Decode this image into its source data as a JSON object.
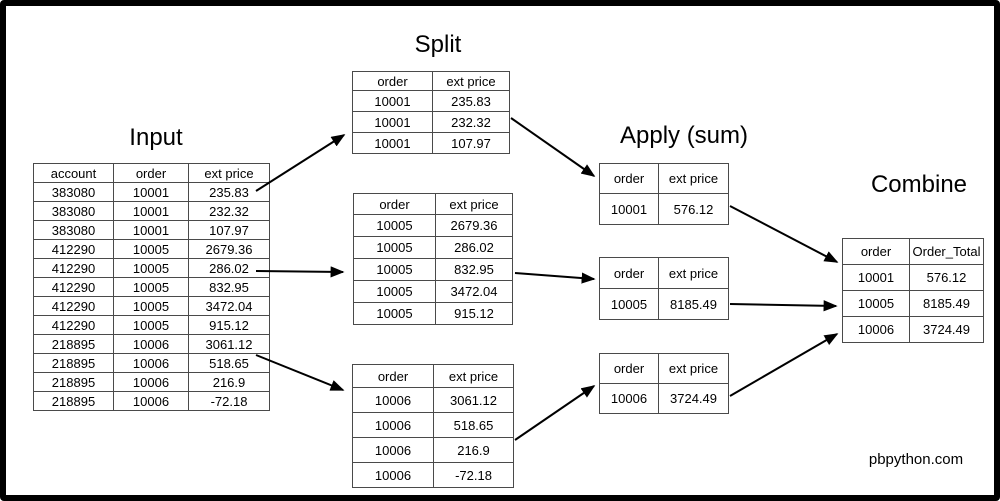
{
  "watermark": "pbpython.com",
  "sections": {
    "input": {
      "title": "Input"
    },
    "split": {
      "title": "Split"
    },
    "apply": {
      "title": "Apply (sum)"
    },
    "combine": {
      "title": "Combine"
    }
  },
  "tables": {
    "input": {
      "columns": [
        "account",
        "order",
        "ext price"
      ],
      "rows": [
        [
          "383080",
          "10001",
          "235.83"
        ],
        [
          "383080",
          "10001",
          "232.32"
        ],
        [
          "383080",
          "10001",
          "107.97"
        ],
        [
          "412290",
          "10005",
          "2679.36"
        ],
        [
          "412290",
          "10005",
          "286.02"
        ],
        [
          "412290",
          "10005",
          "832.95"
        ],
        [
          "412290",
          "10005",
          "3472.04"
        ],
        [
          "412290",
          "10005",
          "915.12"
        ],
        [
          "218895",
          "10006",
          "3061.12"
        ],
        [
          "218895",
          "10006",
          "518.65"
        ],
        [
          "218895",
          "10006",
          "216.9"
        ],
        [
          "218895",
          "10006",
          "-72.18"
        ]
      ]
    },
    "split_10001": {
      "columns": [
        "order",
        "ext price"
      ],
      "rows": [
        [
          "10001",
          "235.83"
        ],
        [
          "10001",
          "232.32"
        ],
        [
          "10001",
          "107.97"
        ]
      ]
    },
    "split_10005": {
      "columns": [
        "order",
        "ext price"
      ],
      "rows": [
        [
          "10005",
          "2679.36"
        ],
        [
          "10005",
          "286.02"
        ],
        [
          "10005",
          "832.95"
        ],
        [
          "10005",
          "3472.04"
        ],
        [
          "10005",
          "915.12"
        ]
      ]
    },
    "split_10006": {
      "columns": [
        "order",
        "ext price"
      ],
      "rows": [
        [
          "10006",
          "3061.12"
        ],
        [
          "10006",
          "518.65"
        ],
        [
          "10006",
          "216.9"
        ],
        [
          "10006",
          "-72.18"
        ]
      ]
    },
    "apply_10001": {
      "columns": [
        "order",
        "ext price"
      ],
      "rows": [
        [
          "10001",
          "576.12"
        ]
      ]
    },
    "apply_10005": {
      "columns": [
        "order",
        "ext price"
      ],
      "rows": [
        [
          "10005",
          "8185.49"
        ]
      ]
    },
    "apply_10006": {
      "columns": [
        "order",
        "ext price"
      ],
      "rows": [
        [
          "10006",
          "3724.49"
        ]
      ]
    },
    "combine": {
      "columns": [
        "order",
        "Order_Total"
      ],
      "rows": [
        [
          "10001",
          "576.12"
        ],
        [
          "10005",
          "8185.49"
        ],
        [
          "10006",
          "3724.49"
        ]
      ]
    }
  },
  "connections": [
    {
      "from": "input",
      "to": "split-order-10001"
    },
    {
      "from": "input",
      "to": "split-order-10005"
    },
    {
      "from": "input",
      "to": "split-order-10006"
    },
    {
      "from": "split-order-10001",
      "to": "apply-order-10001"
    },
    {
      "from": "split-order-10005",
      "to": "apply-order-10005"
    },
    {
      "from": "split-order-10006",
      "to": "apply-order-10006"
    },
    {
      "from": "apply-order-10001",
      "to": "combine"
    },
    {
      "from": "apply-order-10005",
      "to": "combine"
    },
    {
      "from": "apply-order-10006",
      "to": "combine"
    }
  ],
  "colors": {
    "frame": "#000000",
    "background": "#ffffff",
    "table_border": "#4a4a4a",
    "arrow": "#000000",
    "text": "#000000"
  }
}
